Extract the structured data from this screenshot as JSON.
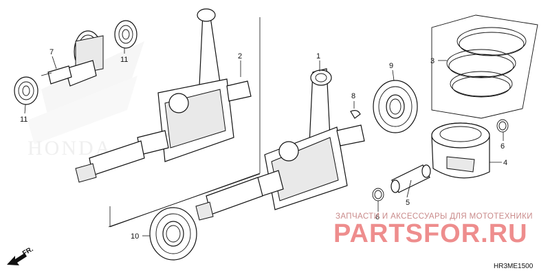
{
  "diagram": {
    "callouts": [
      {
        "id": "c1",
        "text": "1"
      },
      {
        "id": "c2",
        "text": "2"
      },
      {
        "id": "c3",
        "text": "3"
      },
      {
        "id": "c4",
        "text": "4"
      },
      {
        "id": "c5",
        "text": "5"
      },
      {
        "id": "c6a",
        "text": "6"
      },
      {
        "id": "c6b",
        "text": "6"
      },
      {
        "id": "c7",
        "text": "7"
      },
      {
        "id": "c8",
        "text": "8"
      },
      {
        "id": "c9",
        "text": "9"
      },
      {
        "id": "c10",
        "text": "10"
      },
      {
        "id": "c11a",
        "text": "11"
      },
      {
        "id": "c11b",
        "text": "11"
      }
    ],
    "direction_label": "FR.",
    "diagram_code": "HR3ME1500",
    "background_logo_text": "HONDA"
  },
  "watermark": {
    "tagline": "ЗАПЧАСТИ И АКСЕССУАРЫ ДЛЯ МОТОТЕХНИКИ",
    "logo_text": "PARTSFOR.RU",
    "color": "#ee8d8d"
  }
}
